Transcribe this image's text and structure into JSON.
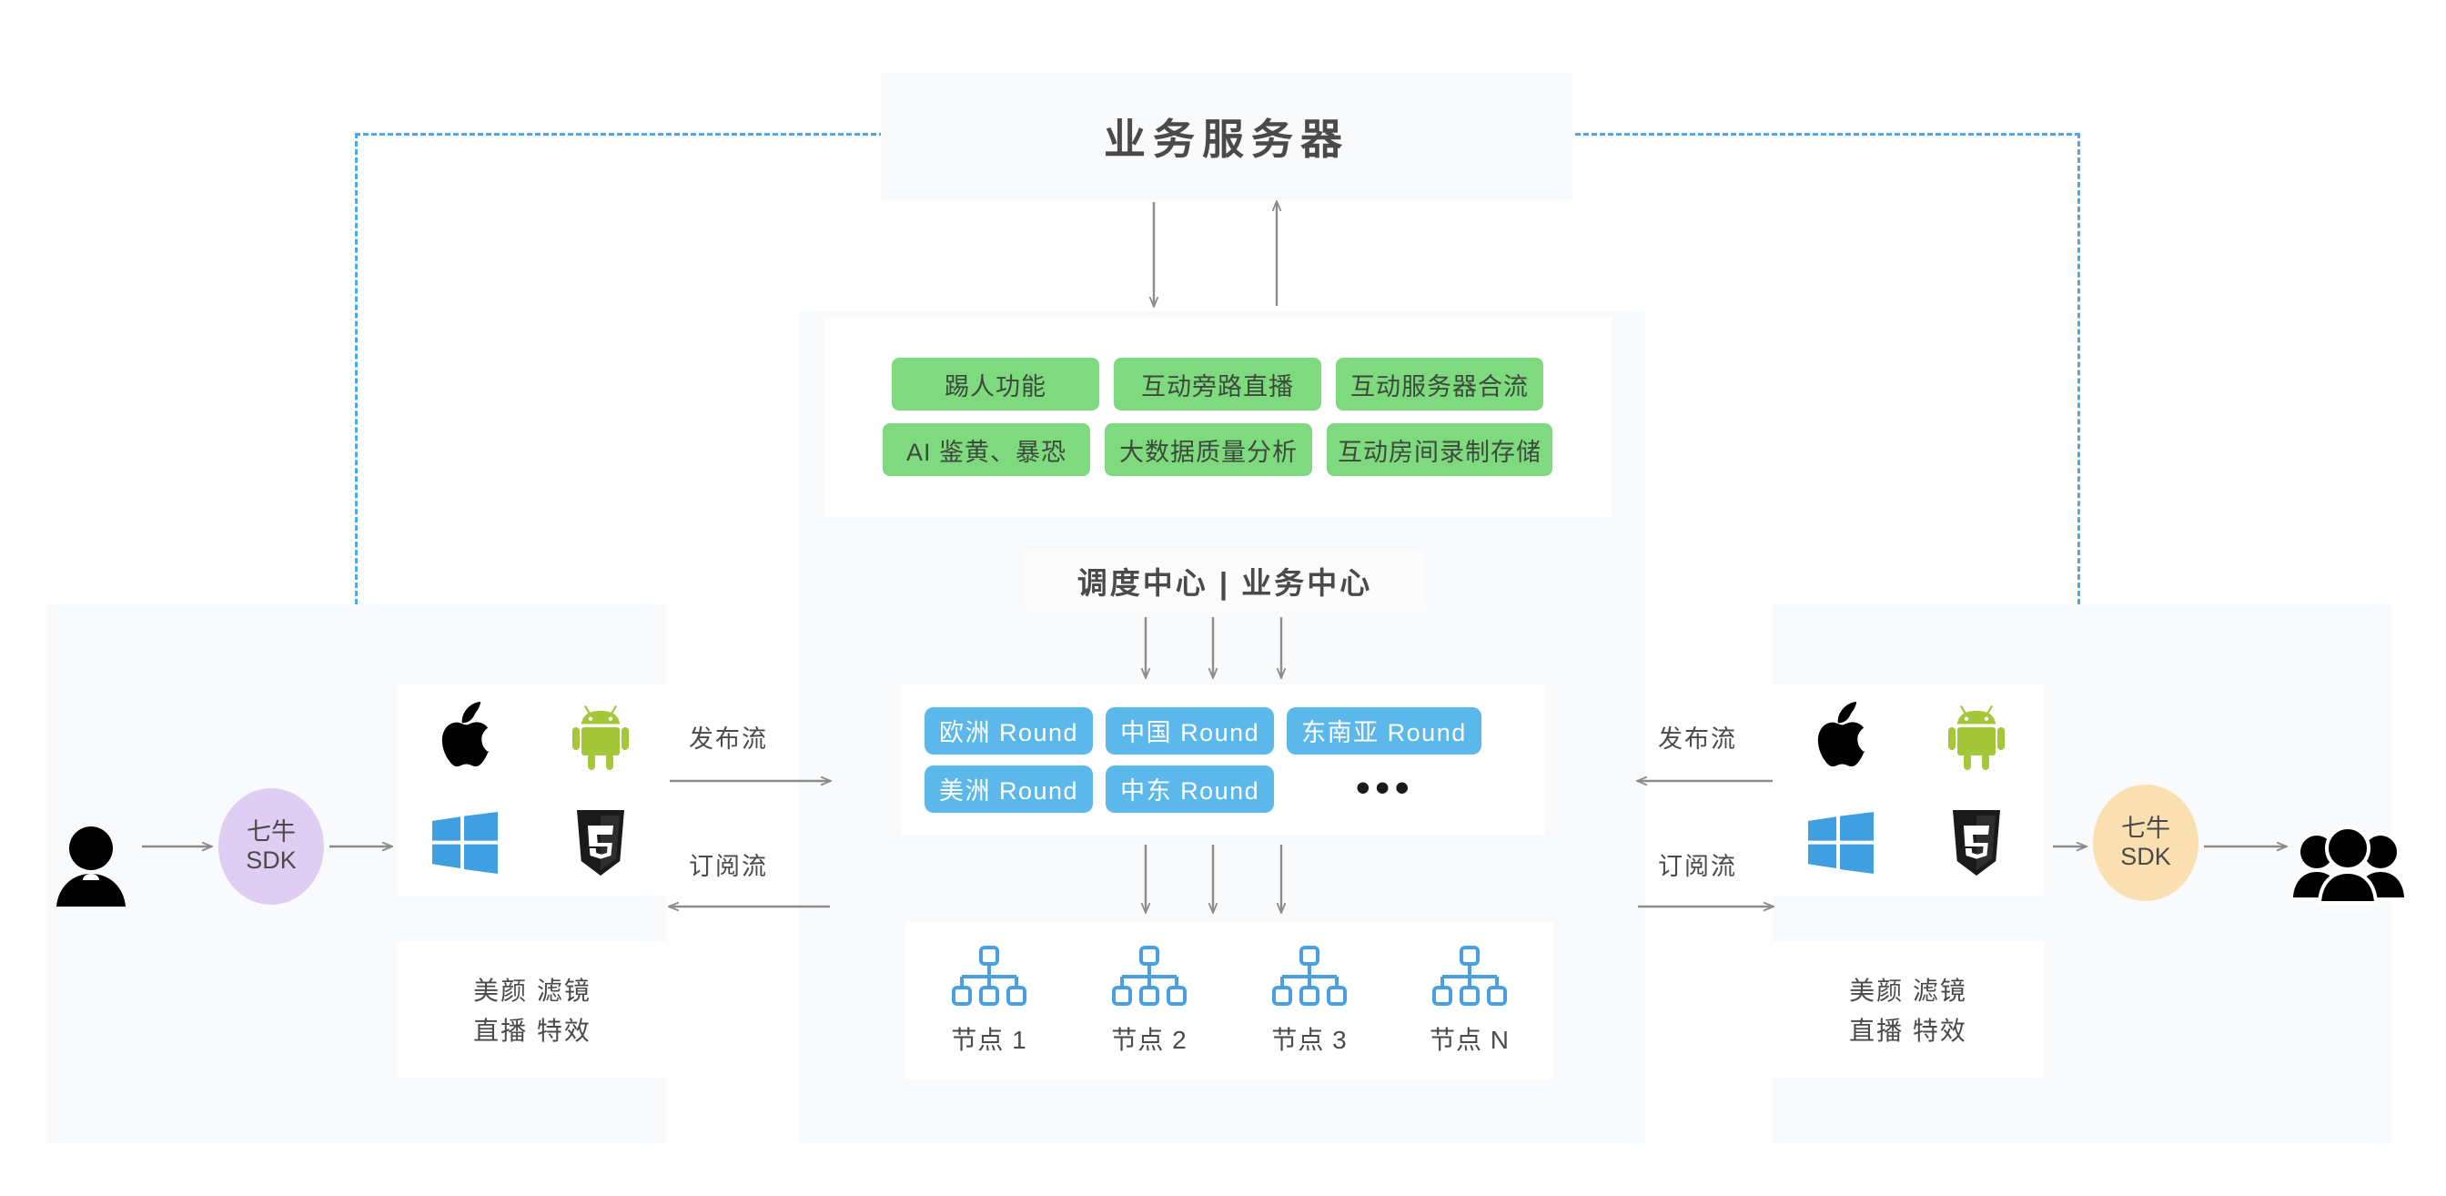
{
  "diagram": {
    "title": "业务服务器",
    "dispatch_center": "调度中心 | 业务中心"
  },
  "features": {
    "row1": [
      "踢人功能",
      "互动旁路直播",
      "互动服务器合流"
    ],
    "row2": [
      "AI 鉴黄、暴恐",
      "大数据质量分析",
      "互动房间录制存储"
    ]
  },
  "rounds": {
    "row1": [
      "欧洲 Round",
      "中国 Round",
      "东南亚 Round"
    ],
    "row2": [
      "美洲 Round",
      "中东 Round"
    ],
    "ellipsis": "•••"
  },
  "nodes": [
    {
      "label": "节点 1"
    },
    {
      "label": "节点 2"
    },
    {
      "label": "节点 3"
    },
    {
      "label": "节点 N"
    }
  ],
  "left_panel": {
    "sdk_name_cn": "七牛",
    "sdk_name_en": "SDK",
    "platforms": [
      "apple-icon",
      "android-icon",
      "windows-icon",
      "html5-icon"
    ],
    "feature_line1": "美颜 滤镜",
    "feature_line2": "直播 特效",
    "actor": "single-person-icon"
  },
  "right_panel": {
    "sdk_name_cn": "七牛",
    "sdk_name_en": "SDK",
    "platforms": [
      "apple-icon",
      "android-icon",
      "windows-icon",
      "html5-icon"
    ],
    "feature_line1": "美颜 滤镜",
    "feature_line2": "直播 特效",
    "actor": "group-people-icon"
  },
  "flows": {
    "left_publish": "发布流",
    "left_subscribe": "订阅流",
    "right_publish": "发布流",
    "right_subscribe": "订阅流"
  },
  "colors": {
    "green_tag": "#7fd97f",
    "blue_tag": "#5cb8eb",
    "dashed_border": "#4fa9e8",
    "left_sdk": "#dfcdf4",
    "right_sdk": "#fadfb0",
    "panel_bg": "#f8fafc",
    "node_icon": "#4a9fe0",
    "arrow": "#8c8c8c"
  }
}
